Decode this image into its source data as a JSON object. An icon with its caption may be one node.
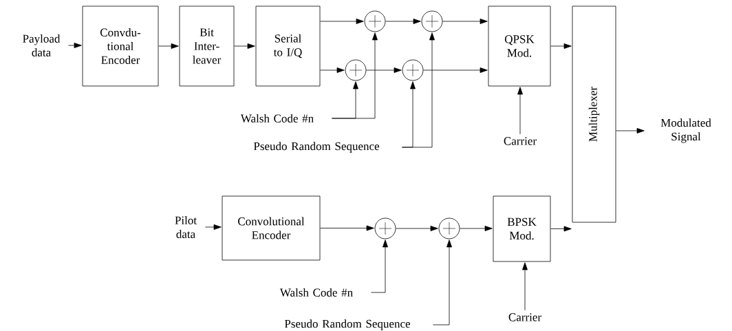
{
  "diagram": {
    "nodes": [
      {
        "text": [
          "Payload data"
        ]
      },
      {
        "text": [
          "Convdu- tional Encoder"
        ]
      },
      {
        "text": [
          "Bit Inter- leaver"
        ]
      },
      {
        "text": [
          "Serial to I/Q"
        ]
      },
      {
        "text": [],
        "shape": "circle"
      },
      {
        "text": [],
        "shape": "circle"
      },
      {
        "text": [],
        "shape": "circle"
      },
      {
        "text": [],
        "shape": "circle"
      },
      {
        "text": [
          "QPSK Mod."
        ]
      },
      {
        "text": [
          "Multiplexer"
        ]
      },
      {
        "text": [
          "Modulated Signal"
        ]
      },
      {
        "text": [
          "Walsh Code #n"
        ]
      },
      {
        "text": [
          "Pseudo Random Sequence"
        ]
      },
      {
        "text": [
          "Carrier"
        ]
      },
      {
        "text": [
          "Pilot data"
        ]
      },
      {
        "text": [
          "Convolutional Encoder"
        ]
      },
      {
        "text": [],
        "shape": "circle"
      },
      {
        "text": [],
        "shape": "circle"
      },
      {
        "text": [
          "BPSK Mod."
        ]
      },
      {
        "text": [
          "Walsh Code #n"
        ]
      },
      {
        "text": [
          "Pseudo Random Sequence"
        ]
      },
      {
        "text": [
          "Carrier"
        ]
      }
    ],
    "edges": [
      {
        "from": 0,
        "to": 1,
        "arrow": "to"
      },
      {
        "from": 1,
        "to": 2,
        "arrow": "to"
      },
      {
        "from": 2,
        "to": 3,
        "arrow": "to"
      },
      {
        "from": 3,
        "to": 4,
        "arrow": "to"
      },
      {
        "from": 3,
        "to": 6,
        "arrow": "to"
      },
      {
        "from": 4,
        "to": 5,
        "arrow": "to"
      },
      {
        "from": 5,
        "to": 8,
        "arrow": "to"
      },
      {
        "from": 6,
        "to": 7,
        "arrow": "to"
      },
      {
        "from": 7,
        "to": 8,
        "arrow": "to"
      },
      {
        "from": 8,
        "to": 9,
        "arrow": "to"
      },
      {
        "from": 9,
        "to": 10,
        "arrow": "to"
      },
      {
        "from": 11,
        "to": 6,
        "arrow": "to"
      },
      {
        "from": 11,
        "to": 4,
        "arrow": "to"
      },
      {
        "from": 12,
        "to": 7,
        "arrow": "to"
      },
      {
        "from": 12,
        "to": 5,
        "arrow": "to"
      },
      {
        "from": 13,
        "to": 8,
        "arrow": "to"
      },
      {
        "from": 14,
        "to": 15,
        "arrow": "to"
      },
      {
        "from": 15,
        "to": 16,
        "arrow": "to"
      },
      {
        "from": 16,
        "to": 17,
        "arrow": "to"
      },
      {
        "from": 17,
        "to": 18,
        "arrow": "to"
      },
      {
        "from": 18,
        "to": 9,
        "arrow": "to"
      },
      {
        "from": 19,
        "to": 16,
        "arrow": "to"
      },
      {
        "from": 20,
        "to": 17,
        "arrow": "to"
      },
      {
        "from": 21,
        "to": 18,
        "arrow": "to"
      }
    ]
  }
}
